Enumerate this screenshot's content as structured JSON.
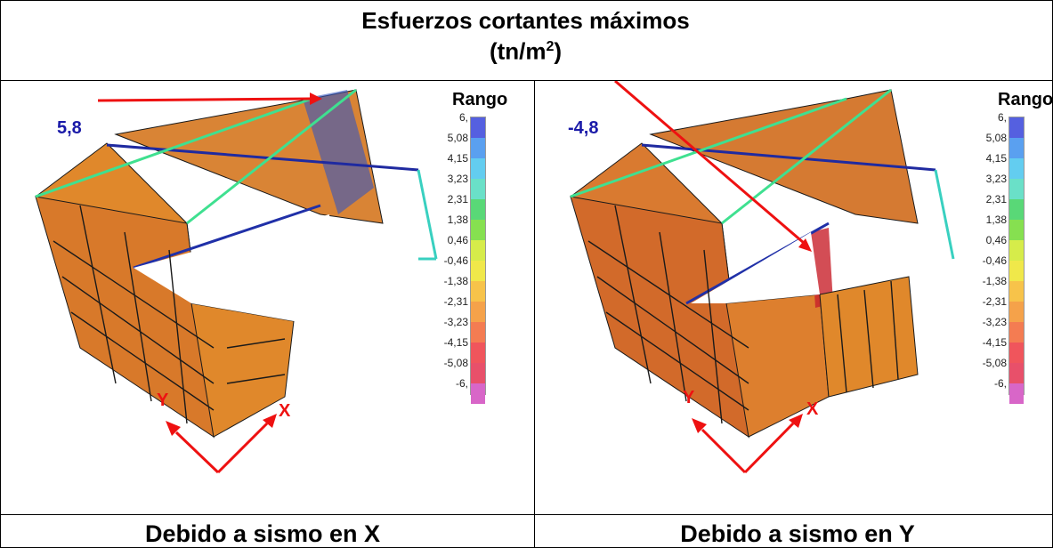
{
  "header": {
    "title": "Esfuerzos cortantes máximos",
    "unit_prefix": "(tn/m",
    "unit_exp": "2",
    "unit_suffix": ")"
  },
  "legend": {
    "label": "Rango",
    "ticks": [
      "6,",
      "5,08",
      "4,15",
      "3,23",
      "2,31",
      "1,38",
      "0,46",
      "-0,46",
      "-1,38",
      "-2,31",
      "-3,23",
      "-4,15",
      "-5,08",
      "-6,"
    ],
    "colors": [
      "#5560e0",
      "#5aa0f0",
      "#63cdf0",
      "#6ae0c8",
      "#59d877",
      "#86e050",
      "#d6ec4a",
      "#f0e84a",
      "#f7c34a",
      "#f5a24a",
      "#f47c52",
      "#f0555c",
      "#e8506a",
      "#d866c8"
    ]
  },
  "panels": [
    {
      "max_value": "5,8",
      "axis_y": "Y",
      "axis_x": "X",
      "caption": "Debido a sismo en X"
    },
    {
      "max_value": "-4,8",
      "axis_y": "Y",
      "axis_x": "X",
      "caption": "Debido a sismo en Y"
    }
  ]
}
